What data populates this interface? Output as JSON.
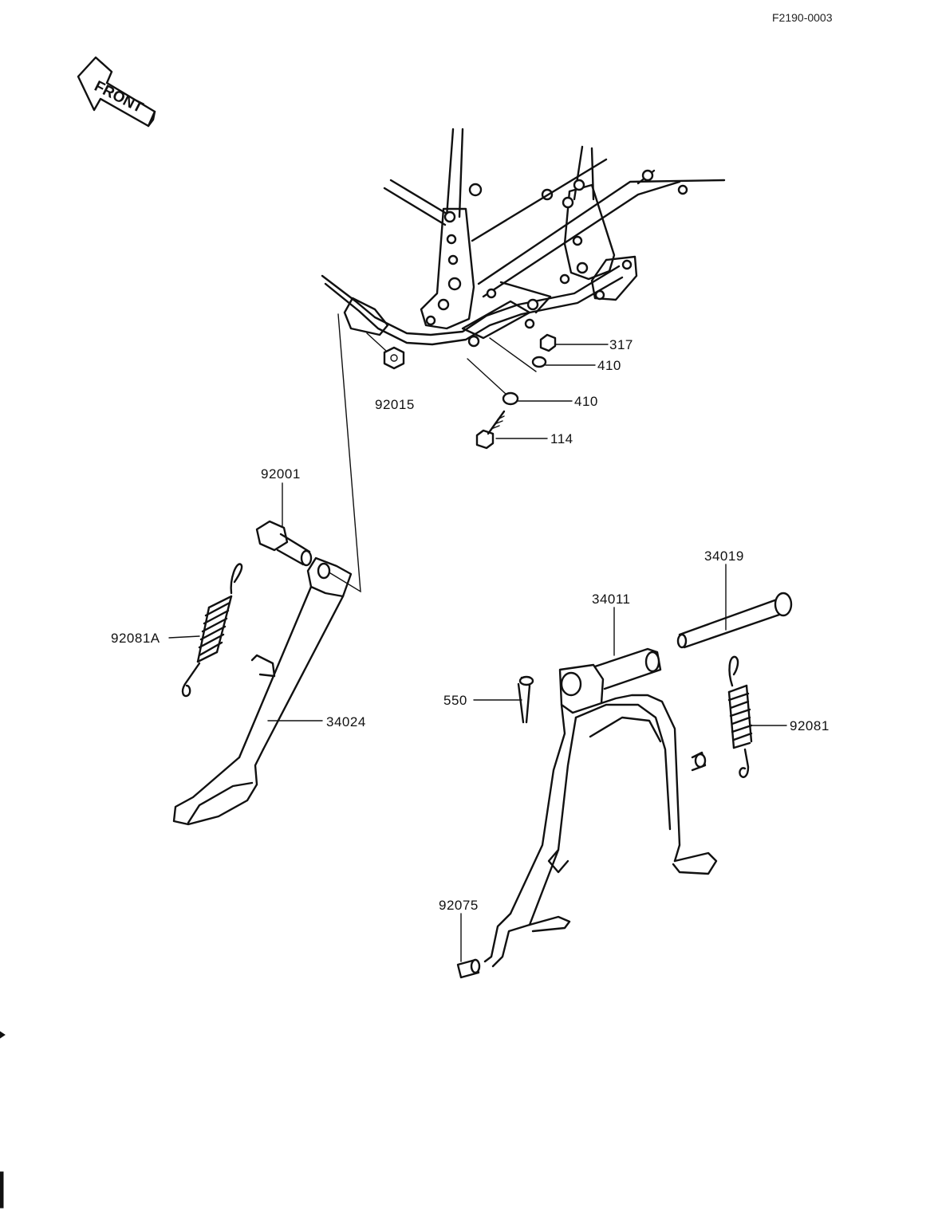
{
  "diagram_code": "F2190-0003",
  "front_label": "FRONT",
  "parts": {
    "p317": "317",
    "p410a": "410",
    "p410b": "410",
    "p114": "114",
    "p92015": "92015",
    "p92001": "92001",
    "p92081A": "92081A",
    "p34024": "34024",
    "p34019": "34019",
    "p34011": "34011",
    "p550": "550",
    "p92081": "92081",
    "p92075": "92075"
  }
}
